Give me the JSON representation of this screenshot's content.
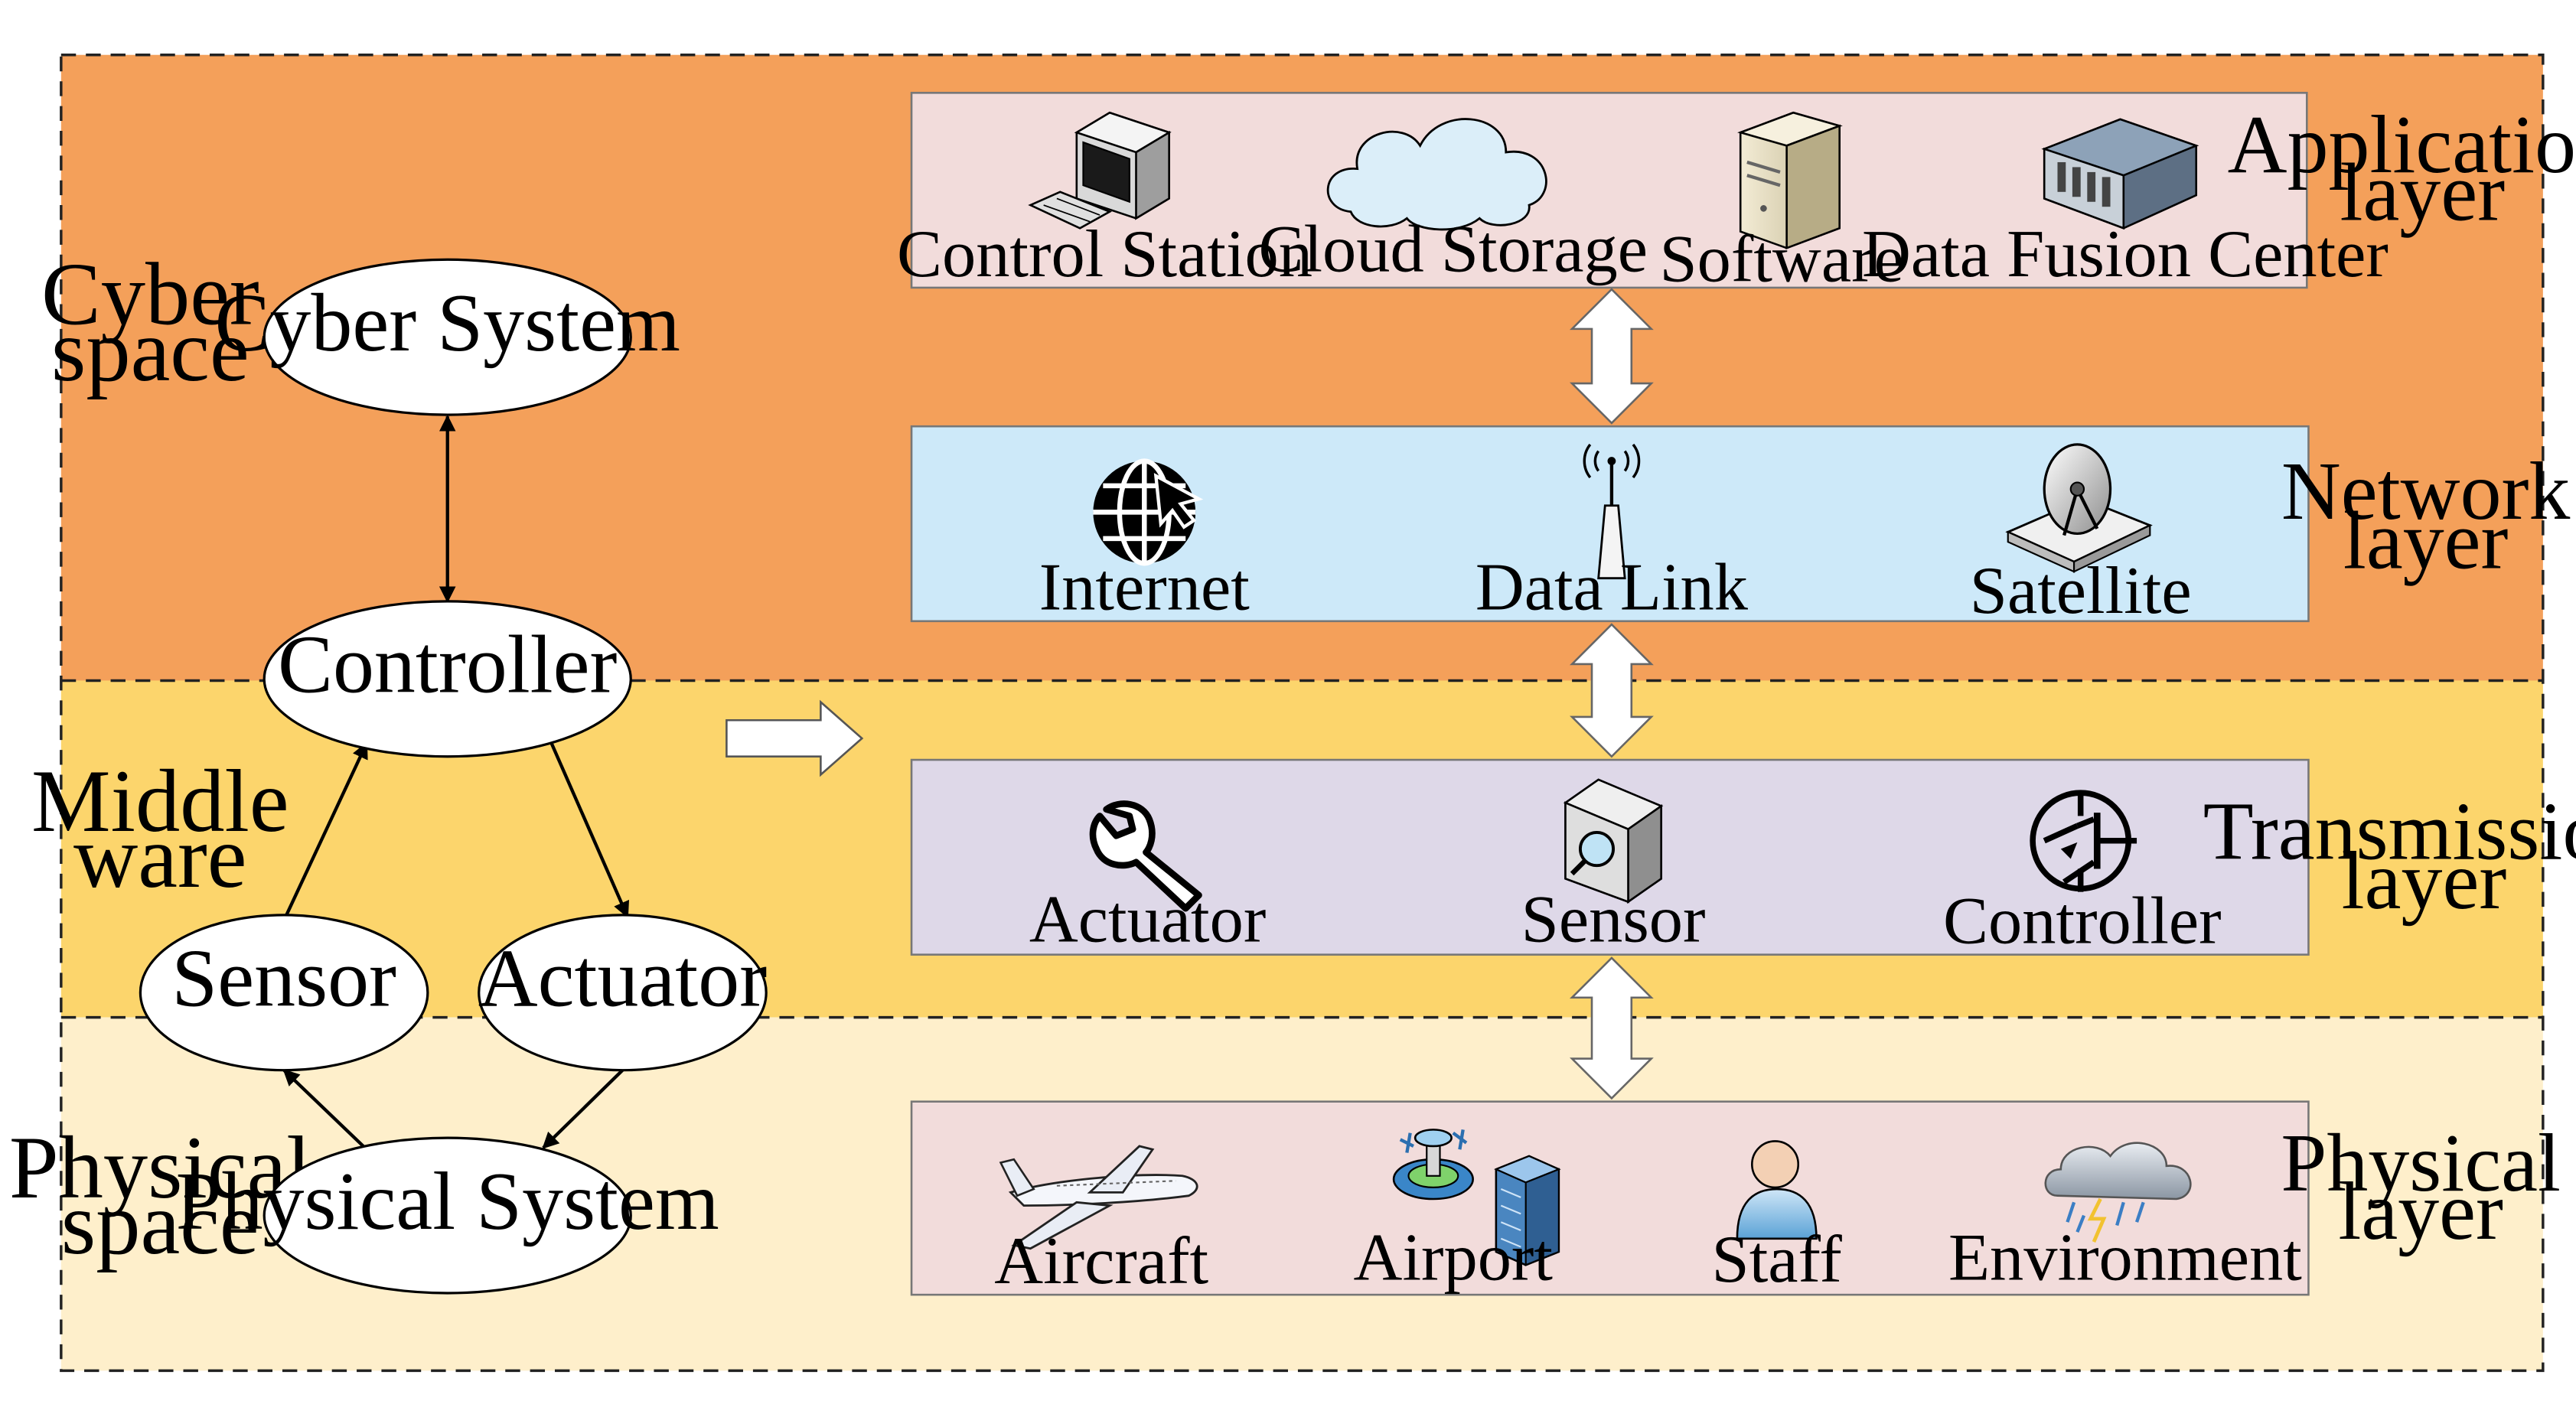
{
  "bands": {
    "cyber": {
      "label_line1": "Cyber",
      "label_line2": "space",
      "fill": "#F4A05A"
    },
    "middle": {
      "label_line1": "Middle",
      "label_line2": "ware",
      "fill": "#FCD56C"
    },
    "physical": {
      "label_line1": "Physical",
      "label_line2": "space",
      "fill": "#FEEFCB"
    }
  },
  "loop": {
    "cyber_system": "Cyber System",
    "controller": "Controller",
    "sensor": "Sensor",
    "actuator": "Actuator",
    "physical_system": "Physical System"
  },
  "layers": {
    "application": {
      "label_line1": "Application",
      "label_line2": "layer",
      "fill": "#F2DCDB",
      "items": [
        "Control Station",
        "Cloud Storage",
        "Software",
        "Data Fusion Center"
      ],
      "icons": [
        "computer-icon",
        "cloud-icon",
        "server-tower-icon",
        "rack-server-icon"
      ]
    },
    "network": {
      "label_line1": "Network",
      "label_line2": "layer",
      "fill": "#CDE9F9",
      "items": [
        "Internet",
        "Data Link",
        "Satellite"
      ],
      "icons": [
        "globe-icon",
        "antenna-icon",
        "satellite-dish-icon"
      ]
    },
    "transmission": {
      "label_line1": "Transmission",
      "label_line2": "layer",
      "fill": "#DED8E8",
      "items": [
        "Actuator",
        "Sensor",
        "Controller"
      ],
      "icons": [
        "wrench-icon",
        "sensor-box-icon",
        "transistor-icon"
      ]
    },
    "physical": {
      "label_line1": "Physical",
      "label_line2": "layer",
      "fill": "#F2DCDB",
      "items": [
        "Aircraft",
        "Airport",
        "Staff",
        "Environment"
      ],
      "icons": [
        "aircraft-icon",
        "airport-icon",
        "person-icon",
        "storm-cloud-icon"
      ]
    }
  }
}
